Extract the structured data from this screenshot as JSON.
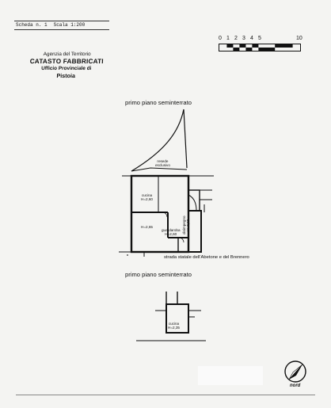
{
  "header": {
    "scheda": "Scheda n. 1",
    "scala": "Scala 1:200"
  },
  "agency": {
    "line1": "Agenzia del Territorio",
    "line2": "CATASTO FABBRICATI",
    "line3": "Ufficio Provinciale di",
    "line4": "Pistoia"
  },
  "scale_bar": {
    "ticks": [
      "0",
      "1",
      "2",
      "3",
      "4",
      "5",
      "10"
    ]
  },
  "captions": {
    "plan1": "primo piano seminterrato",
    "plan2": "primo piano seminterrato",
    "road": "strada statale dell'Abetone e del Brennero"
  },
  "rooms": {
    "resede_name": "resede",
    "resede_sub": "esclusivo",
    "cucina1_name": "cucina",
    "cucina1_h": "H=2,60",
    "room2_h": "H=2,65",
    "guardaroba_name": "guardaroba",
    "guardaroba_h": "H=2,60",
    "disimpegno_name": "disimpegno",
    "disimpegno_h": "H=2,60",
    "cucina2_name": "cucina",
    "cucina2_h": "H=2,35"
  },
  "north": {
    "label": "nord"
  }
}
